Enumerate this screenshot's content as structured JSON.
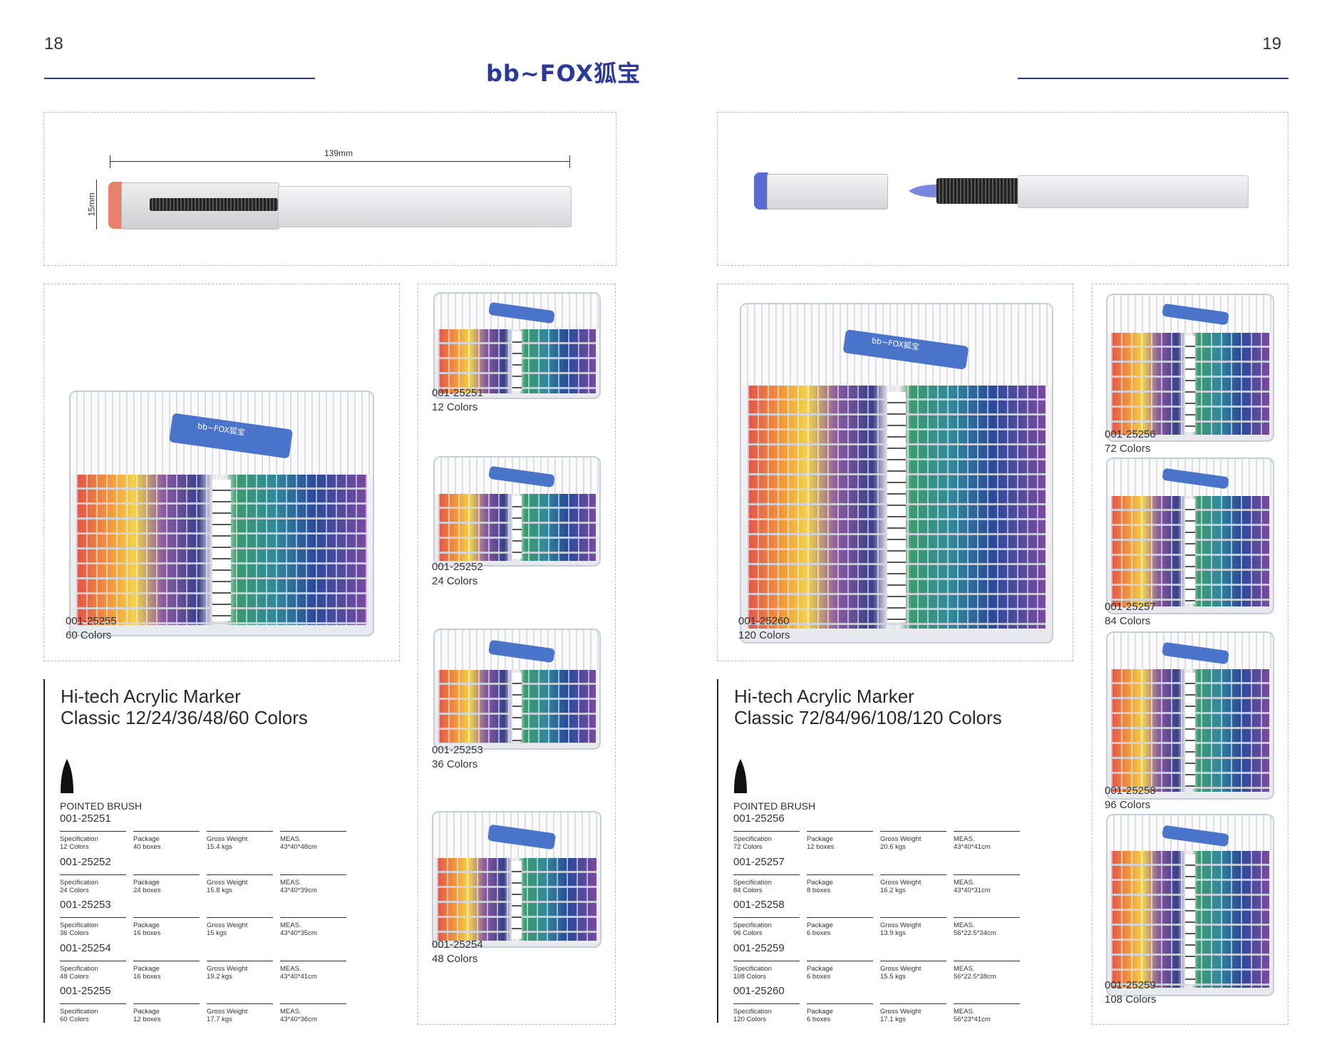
{
  "header": {
    "page_left": "18",
    "page_right": "19",
    "brand": "bb~FOX狐宝"
  },
  "left_marker": {
    "length_label": "139mm",
    "diameter_label": "15mm",
    "cap_color": "#e8806a"
  },
  "right_marker": {
    "cap_color": "#5a6ad0"
  },
  "left_page": {
    "big_product": {
      "code": "001-25255",
      "colors": "60 Colors"
    },
    "small_products": [
      {
        "code": "001-25251",
        "colors": "12 Colors"
      },
      {
        "code": "001-25252",
        "colors": "24 Colors"
      },
      {
        "code": "001-25253",
        "colors": "36 Colors"
      },
      {
        "code": "001-25254",
        "colors": "48 Colors"
      }
    ],
    "title_line1": "Hi-tech Acrylic Marker",
    "title_line2": "Classic 12/24/36/48/60 Colors",
    "brush_label": "POINTED BRUSH",
    "specs": [
      {
        "code": "001-25251",
        "spec_label": "Specification",
        "spec": "12 Colors",
        "pkg_label": "Package",
        "pkg": "40 boxes",
        "gw_label": "Gross Weight",
        "gw": "15.4 kgs",
        "meas_label": "MEAS.",
        "meas": "43*40*48cm"
      },
      {
        "code": "001-25252",
        "spec_label": "Specification",
        "spec": "24 Colors",
        "pkg_label": "Package",
        "pkg": "24 boxes",
        "gw_label": "Gross Weight",
        "gw": "15.8 kgs",
        "meas_label": "MEAS.",
        "meas": "43*40*39cm"
      },
      {
        "code": "001-25253",
        "spec_label": "Specification",
        "spec": "36 Colors",
        "pkg_label": "Package",
        "pkg": "16 boxes",
        "gw_label": "Gross Weight",
        "gw": "15 kgs",
        "meas_label": "MEAS.",
        "meas": "43*40*35cm"
      },
      {
        "code": "001-25254",
        "spec_label": "Specification",
        "spec": "48 Colors",
        "pkg_label": "Package",
        "pkg": "16 boxes",
        "gw_label": "Gross Weight",
        "gw": "19.2 kgs",
        "meas_label": "MEAS.",
        "meas": "43*40*41cm"
      },
      {
        "code": "001-25255",
        "spec_label": "Specification",
        "spec": "60 Colors",
        "pkg_label": "Package",
        "pkg": "12 boxes",
        "gw_label": "Gross Weight",
        "gw": "17.7 kgs",
        "meas_label": "MEAS.",
        "meas": "43*40*36cm"
      }
    ]
  },
  "right_page": {
    "big_product": {
      "code": "001-25260",
      "colors": "120 Colors"
    },
    "small_products": [
      {
        "code": "001-25256",
        "colors": "72 Colors"
      },
      {
        "code": "001-25257",
        "colors": "84 Colors"
      },
      {
        "code": "001-25258",
        "colors": "96 Colors"
      },
      {
        "code": "001-25259",
        "colors": "108 Colors"
      }
    ],
    "title_line1": "Hi-tech Acrylic Marker",
    "title_line2": "Classic 72/84/96/108/120 Colors",
    "brush_label": "POINTED BRUSH",
    "specs": [
      {
        "code": "001-25256",
        "spec_label": "Specification",
        "spec": "72 Colors",
        "pkg_label": "Package",
        "pkg": "12 boxes",
        "gw_label": "Gross Weight",
        "gw": "20.6 kgs",
        "meas_label": "MEAS.",
        "meas": "43*40*41cm"
      },
      {
        "code": "001-25257",
        "spec_label": "Specification",
        "spec": "84 Colors",
        "pkg_label": "Package",
        "pkg": "8 boxes",
        "gw_label": "Gross Weight",
        "gw": "16.2 kgs",
        "meas_label": "MEAS.",
        "meas": "43*40*31cm"
      },
      {
        "code": "001-25258",
        "spec_label": "Specification",
        "spec": "96 Colors",
        "pkg_label": "Package",
        "pkg": "6 boxes",
        "gw_label": "Gross Weight",
        "gw": "13.9 kgs",
        "meas_label": "MEAS.",
        "meas": "56*22.5*34cm"
      },
      {
        "code": "001-25259",
        "spec_label": "Specification",
        "spec": "108 Colors",
        "pkg_label": "Package",
        "pkg": "6 boxes",
        "gw_label": "Gross Weight",
        "gw": "15.5 kgs",
        "meas_label": "MEAS.",
        "meas": "56*22.5*38cm"
      },
      {
        "code": "001-25260",
        "spec_label": "Specification",
        "spec": "120 Colors",
        "pkg_label": "Package",
        "pkg": "6 boxes",
        "gw_label": "Gross Weight",
        "gw": "17.1 kgs",
        "meas_label": "MEAS.",
        "meas": "56*23*41cm"
      }
    ]
  }
}
